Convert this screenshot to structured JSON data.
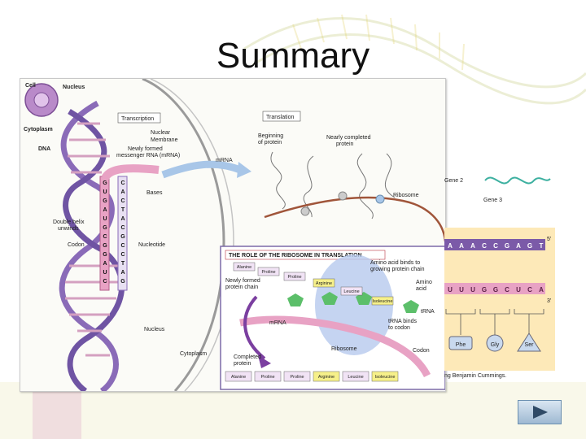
{
  "slide": {
    "title": "Summary"
  },
  "main_figure": {
    "labels": {
      "cell": "Cell",
      "nucleus_top": "Nucleus",
      "cytoplasm_top": "Cytoplasm",
      "dna": "DNA",
      "transcription": "Transcription",
      "nuclear_membrane_1": "Nuclear",
      "nuclear_membrane_2": "Membrane",
      "newly_formed_1": "Newly formed",
      "newly_formed_2": "messenger RNA (mRNA)",
      "bases": "Bases",
      "double_helix_1": "Double helix",
      "double_helix_2": "unwinds",
      "codon": "Codon",
      "nucleotide": "Nucleotide",
      "nucleus_bottom": "Nucleus",
      "cytoplasm_bottom": "Cytoplasm",
      "translation": "Translation",
      "beginning_1": "Beginning",
      "beginning_2": "of protein",
      "nearly_1": "Nearly completed",
      "nearly_2": "protein",
      "mrna": "mRNA",
      "ribosome": "Ribosome"
    },
    "strand_bases": [
      "G",
      "U",
      "G",
      "A",
      "U",
      "G",
      "C",
      "G",
      "G",
      "A",
      "U",
      "C"
    ],
    "pair_bases": [
      "C",
      "A",
      "C",
      "T",
      "A",
      "C",
      "G",
      "C",
      "C",
      "T",
      "A",
      "G"
    ],
    "inset": {
      "title": "THE ROLE OF THE RIBOSOME IN TRANSLATION",
      "amino_acids": [
        "Alanine",
        "Proline",
        "Proline",
        "Arginine",
        "Leucine",
        "Isoleucine"
      ],
      "newly_formed_1": "Newly formed",
      "newly_formed_2": "protein chain",
      "amino_binds_1": "Amino acid binds to",
      "amino_binds_2": "growing protein chain",
      "amino_acid_1": "Amino",
      "amino_acid_2": "acid",
      "trna": "tRNA",
      "trna_binds_1": "tRNA binds",
      "trna_binds_2": "to codon",
      "mrna": "mRNA",
      "ribosome": "Ribosome",
      "codon": "Codon",
      "completed_1": "Completed",
      "completed_2": "protein",
      "chain": [
        "Alanine",
        "Proline",
        "Proline",
        "Arginine",
        "Leucine",
        "Isoleucine"
      ]
    }
  },
  "right_figure": {
    "gene2": "Gene 2",
    "gene3": "Gene 3",
    "five_prime": "5'",
    "three_prime": "3'",
    "dna_bases": [
      "A",
      "A",
      "A",
      "C",
      "C",
      "G",
      "A",
      "G",
      "T"
    ],
    "rna_bases": [
      "U",
      "U",
      "U",
      "G",
      "G",
      "C",
      "U",
      "C",
      "A"
    ],
    "amino": [
      "Phe",
      "Gly",
      "Ser"
    ],
    "credit": "ng Benjamin Cummings."
  },
  "colors": {
    "pink": "#e8a2c4",
    "purple": "#8a6bb8",
    "accent_blue": "#a8c6e8"
  }
}
